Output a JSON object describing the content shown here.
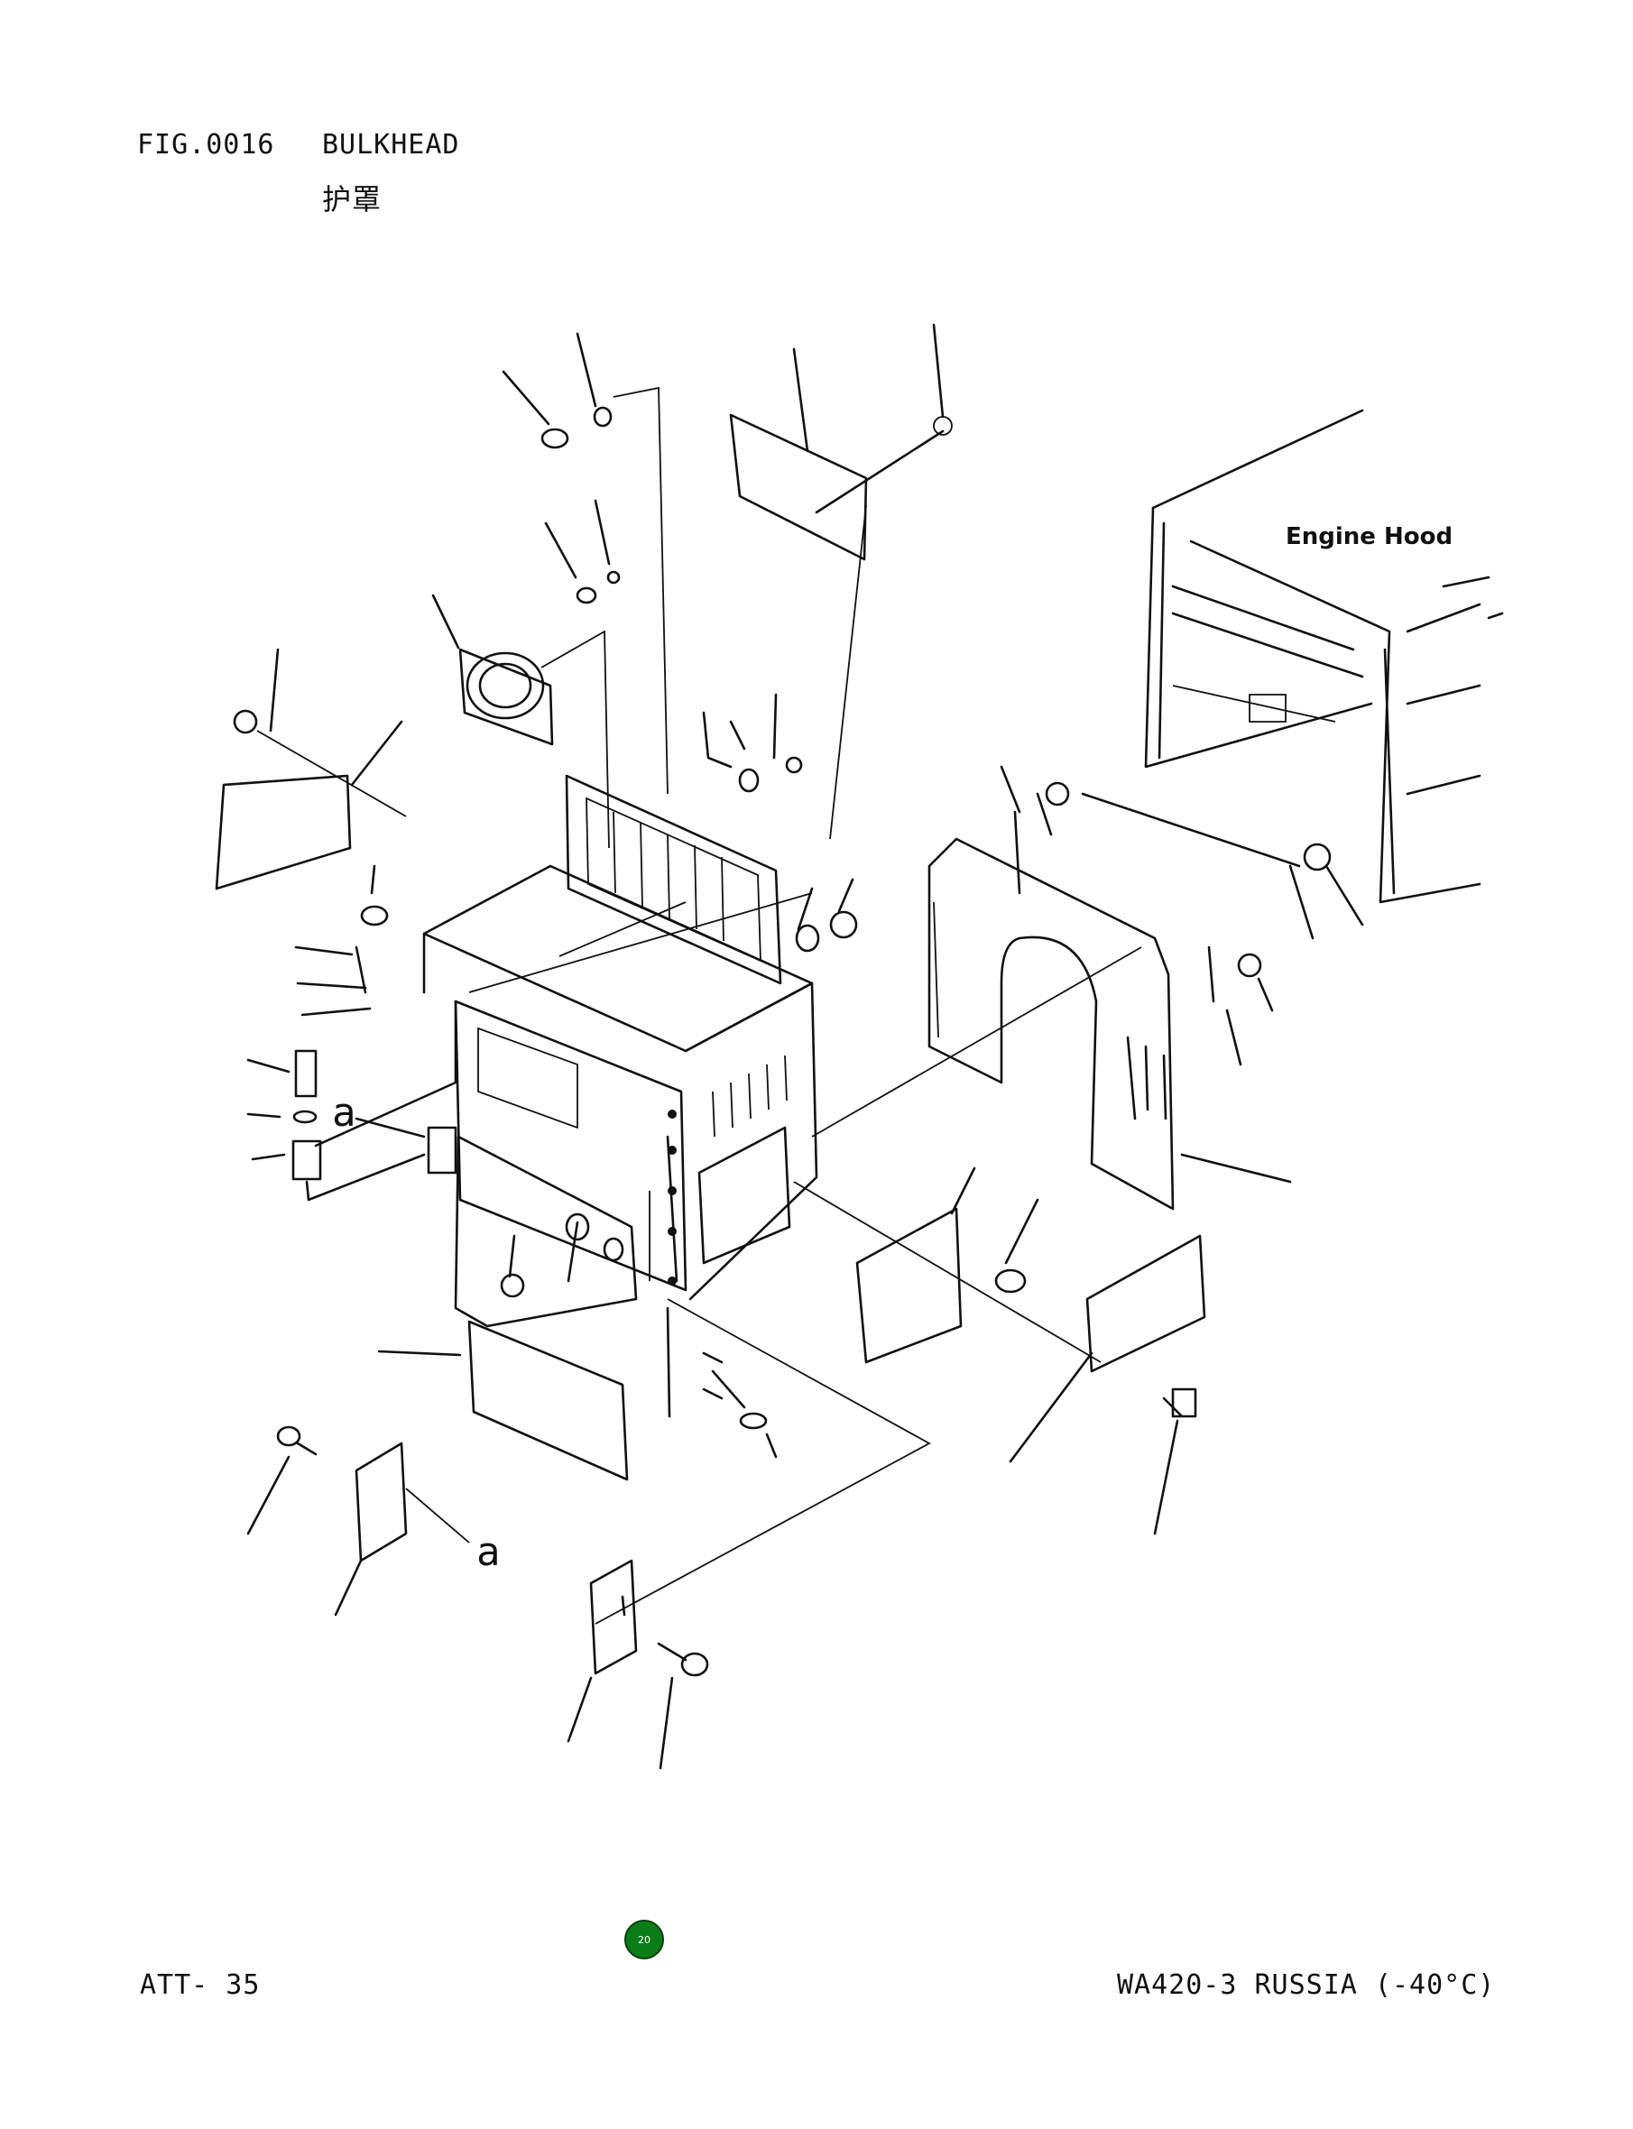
{
  "header": {
    "figure_number": "FIG.0016",
    "title": "BULKHEAD",
    "title_chinese": "护罩"
  },
  "diagram": {
    "part_annotations": [
      "Engine Hood"
    ],
    "callout_letters": [
      "a",
      "a"
    ]
  },
  "footer": {
    "page_reference": "ATT- 35",
    "page_badge": "20",
    "model": "WA420-3 RUSSIA (-40°C)",
    "badge_color": "#0b7d16"
  }
}
